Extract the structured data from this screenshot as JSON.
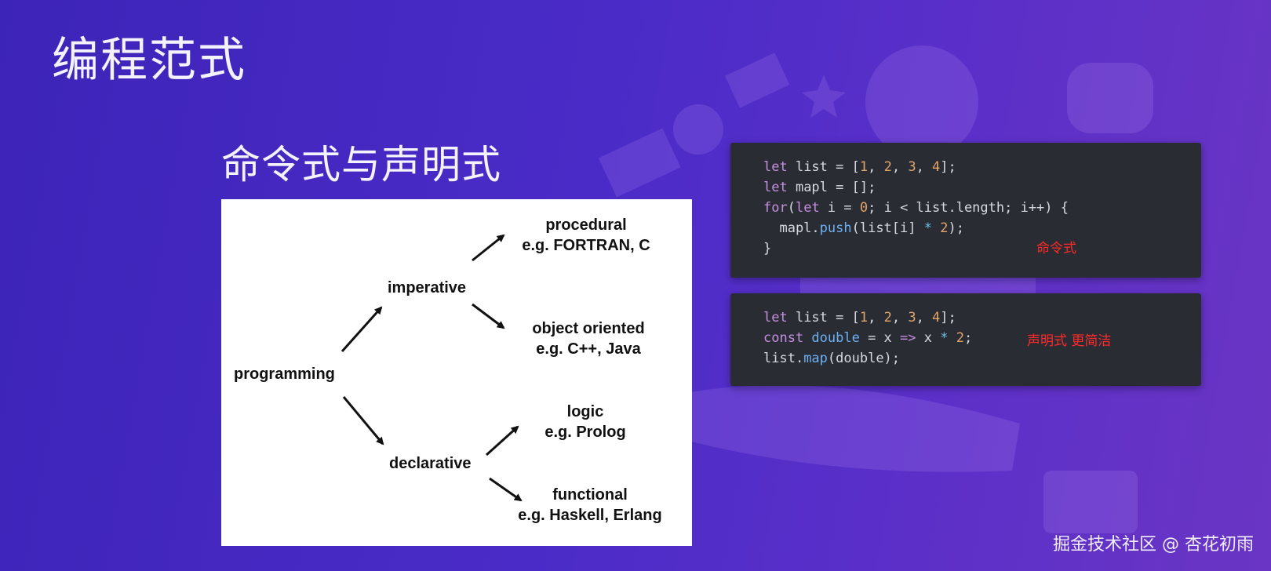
{
  "slide": {
    "title": "编程范式",
    "subtitle": "命令式与声明式",
    "watermark": "掘金技术社区 @ 杏花初雨"
  },
  "diagram": {
    "root": "programming",
    "imperative": "imperative",
    "declarative": "declarative",
    "procedural": {
      "label": "procedural",
      "example": "e.g. FORTRAN, C"
    },
    "object_oriented": {
      "label": "object oriented",
      "example": "e.g. C++, Java"
    },
    "logic": {
      "label": "logic",
      "example": "e.g. Prolog"
    },
    "functional": {
      "label": "functional",
      "example": "e.g. Haskell, Erlang"
    }
  },
  "code_imperative": {
    "line1": {
      "kw": "let",
      "a": " list = [",
      "n1": "1",
      "c1": ", ",
      "n2": "2",
      "c2": ", ",
      "n3": "3",
      "c3": ", ",
      "n4": "4",
      "end": "];"
    },
    "line2": {
      "kw": "let",
      "rest": " mapl = [];"
    },
    "line3": {
      "kw1": "for",
      "a": "(",
      "kw2": "let",
      "b": " i = ",
      "n0": "0",
      "c": "; i < list.length; i++) {"
    },
    "line4": {
      "a": "  mapl.",
      "fn": "push",
      "b": "(list[i] ",
      "op": "*",
      "c": " ",
      "n": "2",
      "end": ");"
    },
    "line5": "}",
    "note": "命令式"
  },
  "code_declarative": {
    "line1": {
      "kw": "let",
      "a": " list = [",
      "n1": "1",
      "c1": ", ",
      "n2": "2",
      "c2": ", ",
      "n3": "3",
      "c3": ", ",
      "n4": "4",
      "end": "];"
    },
    "line2": {
      "kw": "const",
      "fn": " double",
      "a": " = x ",
      "op1": "=>",
      "b": " x ",
      "op2": "*",
      "c": " ",
      "n": "2",
      "end": ";"
    },
    "line3": {
      "a": "list.",
      "fn": "map",
      "b": "(double);"
    },
    "note": "声明式  更简洁"
  },
  "colors": {
    "background_start": "#3d24b8",
    "background_end": "#6a35c4",
    "code_bg": "#2a2c33",
    "keyword": "#c58fe0",
    "number": "#e0a56b",
    "function": "#6cb0f2",
    "note_red": "#ff2a2a"
  }
}
